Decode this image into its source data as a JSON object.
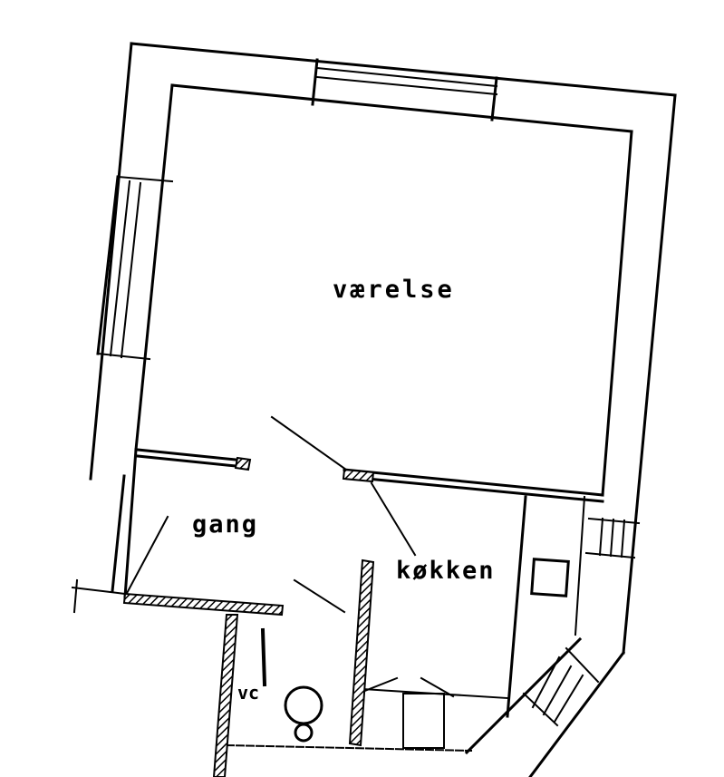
{
  "rooms": {
    "vaerelse": "værelse",
    "gang": "gang",
    "kokken": "køkken",
    "wc": "vc"
  },
  "colors": {
    "ink": "#000000",
    "paper": "#ffffff"
  }
}
